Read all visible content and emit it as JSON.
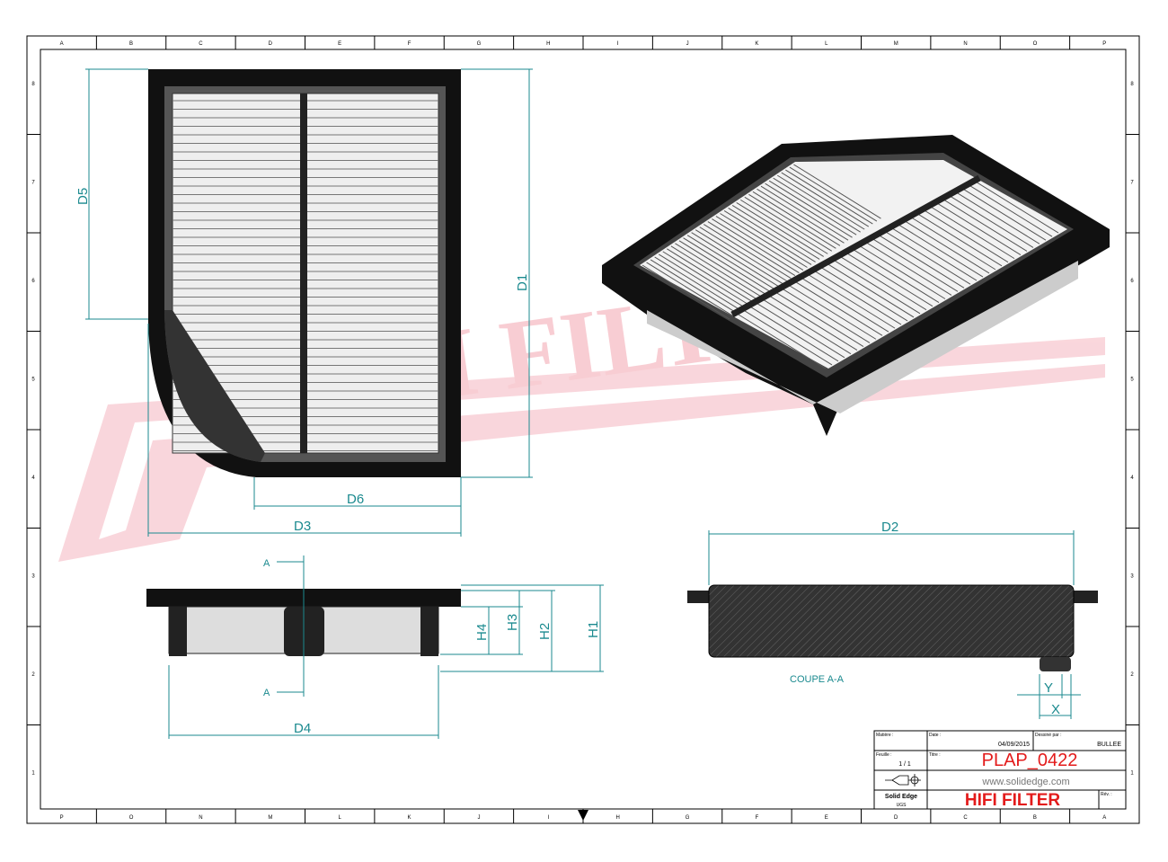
{
  "border": {
    "columns": [
      "P",
      "O",
      "N",
      "M",
      "L",
      "K",
      "J",
      "I",
      "H",
      "G",
      "F",
      "E",
      "D",
      "C",
      "B",
      "A"
    ],
    "rows": [
      "8",
      "7",
      "6",
      "5",
      "4",
      "3",
      "2",
      "1"
    ]
  },
  "dimensions": {
    "d1": "D1",
    "d2": "D2",
    "d3": "D3",
    "d4": "D4",
    "d5": "D5",
    "d6": "D6",
    "h1": "H1",
    "h2": "H2",
    "h3": "H3",
    "h4": "H4",
    "x": "X",
    "y": "Y",
    "section_top": "A",
    "section_bottom": "A"
  },
  "section_label": "COUPE A-A",
  "watermark": "HIFI FILTER",
  "title_block": {
    "material_label": "Matière :",
    "date_label": "Date :",
    "date": "04/09/2015",
    "drawn_by_label": "Dessiné par :",
    "drawn_by": "BULLEE",
    "sheet_label": "Feuille :",
    "sheet": "1 / 1",
    "title_label": "Titre :",
    "title": "PLAP_0422",
    "website": "www.solidedge.com",
    "software": "Solid Edge",
    "software_sub": "UGS",
    "company": "HIFI FILTER",
    "revision_label": "Rév. :"
  },
  "colors": {
    "dimension": "#1b8a8f",
    "title_red": "#e31b1b",
    "watermark": "#f7c5cc"
  }
}
